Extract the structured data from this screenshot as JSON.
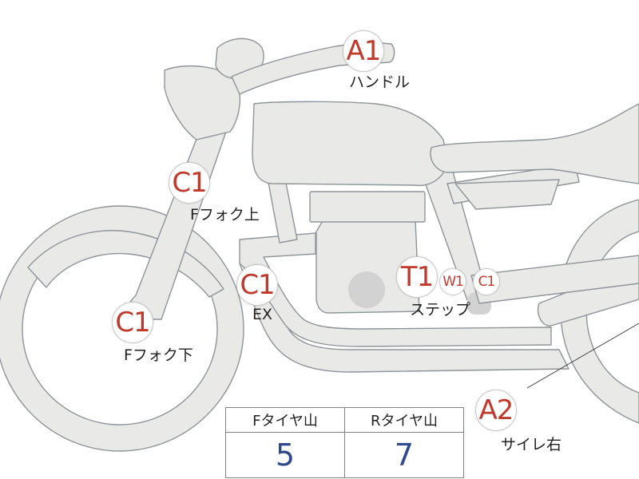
{
  "badges": {
    "handle": "A1",
    "fork_upper": "C1",
    "fork_lower": "C1",
    "exhaust": "C1",
    "step_t": "T1",
    "step_w": "W1",
    "step_c": "C1",
    "side_stand": "A2"
  },
  "labels": {
    "handle": "ハンドル",
    "fork_upper": "Fフォク上",
    "fork_lower": "Fフォク下",
    "exhaust": "EX",
    "step": "ステップ",
    "side_stand": "サイレ右"
  },
  "tyre_table": {
    "headers": [
      "Fタイヤ山",
      "Rタイヤ山"
    ],
    "values": [
      "5",
      "7"
    ]
  },
  "colors": {
    "part_fill": "#e9e9e8",
    "part_outline": "#8f9499",
    "badge_text": "#c0392b",
    "value_text": "#2e4a8c"
  }
}
